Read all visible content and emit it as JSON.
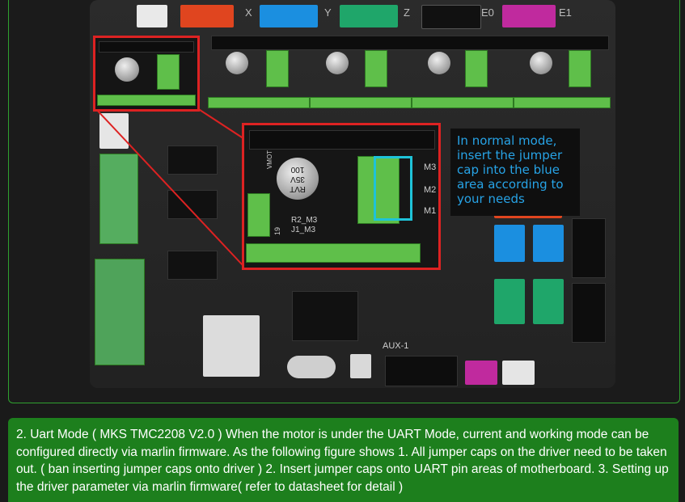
{
  "board": {
    "top_labels": [
      "X",
      "Y",
      "Z",
      "E0",
      "E1"
    ],
    "bottom_label": "AUX-1",
    "capacitor_text": [
      "RVT",
      "35V",
      "100"
    ],
    "uart_pins": [
      "M3",
      "M2",
      "M1"
    ],
    "silk_labels": [
      "R2_M3",
      "J1_M3",
      "VMOT",
      "19"
    ]
  },
  "note": {
    "text": "In normal mode, insert the jumper cap into the blue area according to your needs"
  },
  "caption": {
    "text": "2. Uart Mode ( MKS TMC2208 V2.0 ) When the motor is under the UART Mode, current and working mode can be configured directly via marlin firmware. As the following figure shows 1. All jumper caps on the driver need to be taken out. ( ban inserting jumper caps onto driver ) 2. Insert jumper caps onto UART pin areas of motherboard. 3. Setting up the driver parameter via marlin firmware( refer to datasheet for detail )"
  },
  "colors": {
    "caption_bg": "#1d7f1d",
    "highlight_red": "#dd2222",
    "highlight_blue": "#1ec3d8",
    "note_text": "#27a3e6"
  }
}
